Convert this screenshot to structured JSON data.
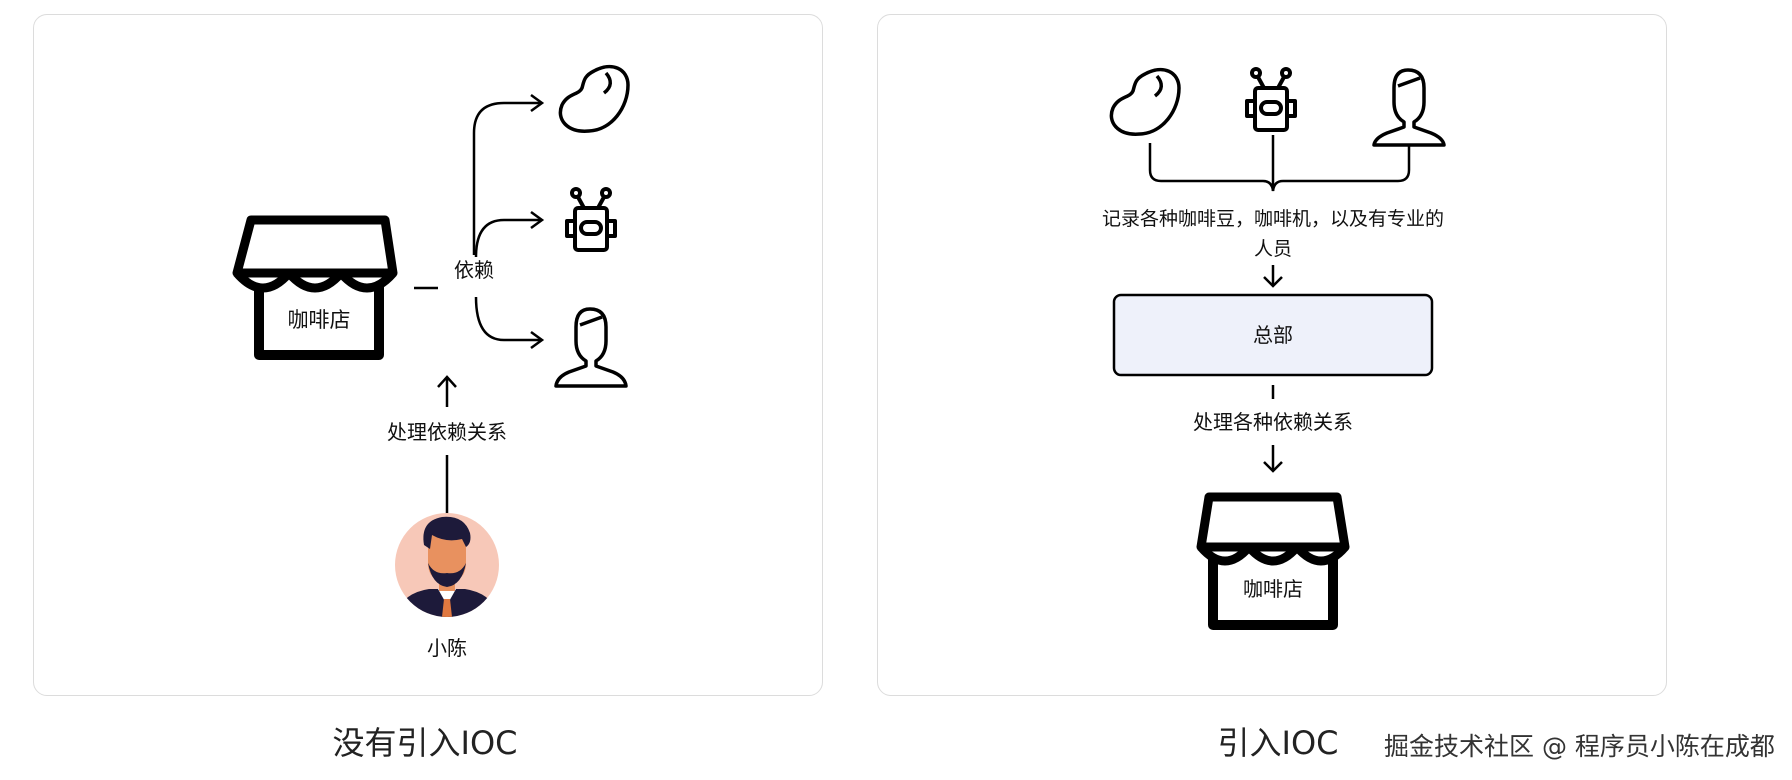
{
  "left_panel": {
    "caption": "没有引入IOC",
    "shop_label": "咖啡店",
    "dependency_label": "依赖",
    "handle_label": "处理依赖关系",
    "person_label": "小陈",
    "dependencies": [
      {
        "icon": "coffee-bean-icon"
      },
      {
        "icon": "robot-icon"
      },
      {
        "icon": "person-icon"
      }
    ]
  },
  "right_panel": {
    "caption": "引入IOC",
    "register_label_line1": "记录各种咖啡豆，咖啡机，以及有专业的",
    "register_label_line2": "人员",
    "hq_label": "总部",
    "handle_label": "处理各种依赖关系",
    "shop_label": "咖啡店",
    "dependencies": [
      {
        "icon": "coffee-bean-icon"
      },
      {
        "icon": "robot-icon"
      },
      {
        "icon": "person-icon"
      }
    ]
  },
  "watermark": "掘金技术社区 @ 程序员小陈在成都",
  "colors": {
    "hq_box_fill": "#eef1fa",
    "avatar_bg": "#f7c8b8",
    "avatar_skin": "#e8915f",
    "avatar_hair": "#1d1a3a",
    "avatar_tie": "#e07840"
  }
}
